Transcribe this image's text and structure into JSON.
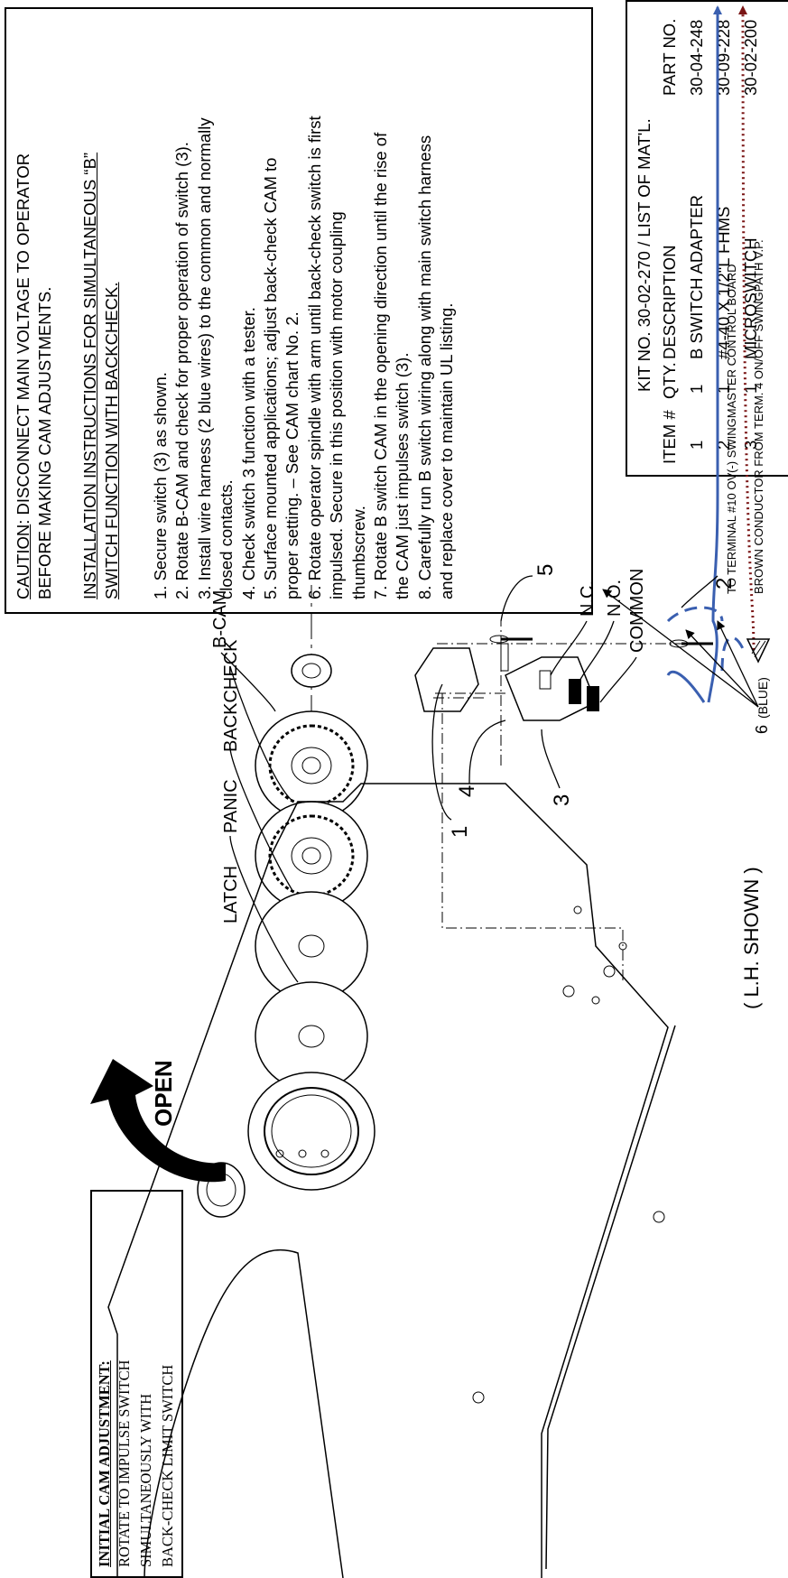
{
  "wires": {
    "brown_label": "BROWN CONDUCTOR FROM TERM. 4 ON/OFF SWINGPATH V.P.",
    "blue_label": "TO TERMINAL #10 OV(-) SWINGMASTER CONTROL BOARD",
    "brown_color": "#7a1515",
    "blue_color": "#3a5fb0"
  },
  "instructions": {
    "caution_prefix": "CAUTION",
    "caution_line1": ": DISCONNECT MAIN VOLTAGE TO OPERATOR",
    "caution_line2": "BEFORE MAKING CAM ADJUSTMENTS.",
    "heading_line1": "INSTALLATION INSTRUCTIONS FOR SIMULTANEOUS “B”",
    "heading_line2": "SWITCH FUNCTION WITH BACKCHECK.",
    "steps": [
      "1. Secure switch (3) as shown.",
      "2. Rotate B-CAM and check for proper operation of switch (3).",
      "3. Install wire harness (2 blue wires) to the common and normally",
      "closed contacts.",
      "4. Check switch 3 function with a tester.",
      "5. Surface mounted applications; adjust back-check CAM to",
      "proper setting. – See CAM chart No. 2.",
      "6. Rotate operator spindle with arm until back-check switch is first",
      "impulsed.  Secure in this position with motor coupling",
      "thumbscrew.",
      "7. Rotate B switch CAM in the opening direction until the rise of",
      "the CAM just impulses switch (3).",
      "8. Carefully run B switch wiring along with main switch harness",
      "and replace cover to maintain UL listing."
    ]
  },
  "parts_list": {
    "title": "KIT NO. 30-02-270 / LIST OF MAT'L.",
    "headers": {
      "item": "ITEM #",
      "qty": "QTY.",
      "desc": "DESCRIPTION",
      "part": "PART NO."
    },
    "rows": [
      {
        "item": "1",
        "qty": "1",
        "desc": "B SWITCH ADAPTER",
        "part": "30-04-248"
      },
      {
        "item": "2",
        "qty": "1",
        "desc": "#4-40 X 1/2\"L FHMS",
        "part": "30-09-228"
      },
      {
        "item": "3",
        "qty": "1",
        "desc": "MICROSWITCH",
        "part": "30-02-200"
      }
    ]
  },
  "initial_cam": {
    "title": "INITIAL CAM ADJUSTMENT:",
    "line1": "ROTATE TO IMPULSE SWITCH",
    "line2": "SIMULTANEOUSLY WITH",
    "line3": "BACK-CHECK LIMIT SWITCH"
  },
  "callouts": {
    "b_cam": "B-CAM",
    "backcheck": "BACKCHECK",
    "panic": "PANIC",
    "latch": "LATCH",
    "nc": "N.C.",
    "no": "N.O.",
    "common": "COMMON",
    "item1": "1",
    "item2": "2",
    "item3": "3",
    "item4": "4",
    "item5": "5",
    "item6": "6",
    "item6_note": "(BLUE)",
    "shown": "( L.H. SHOWN )",
    "open_word": "OPEN"
  }
}
